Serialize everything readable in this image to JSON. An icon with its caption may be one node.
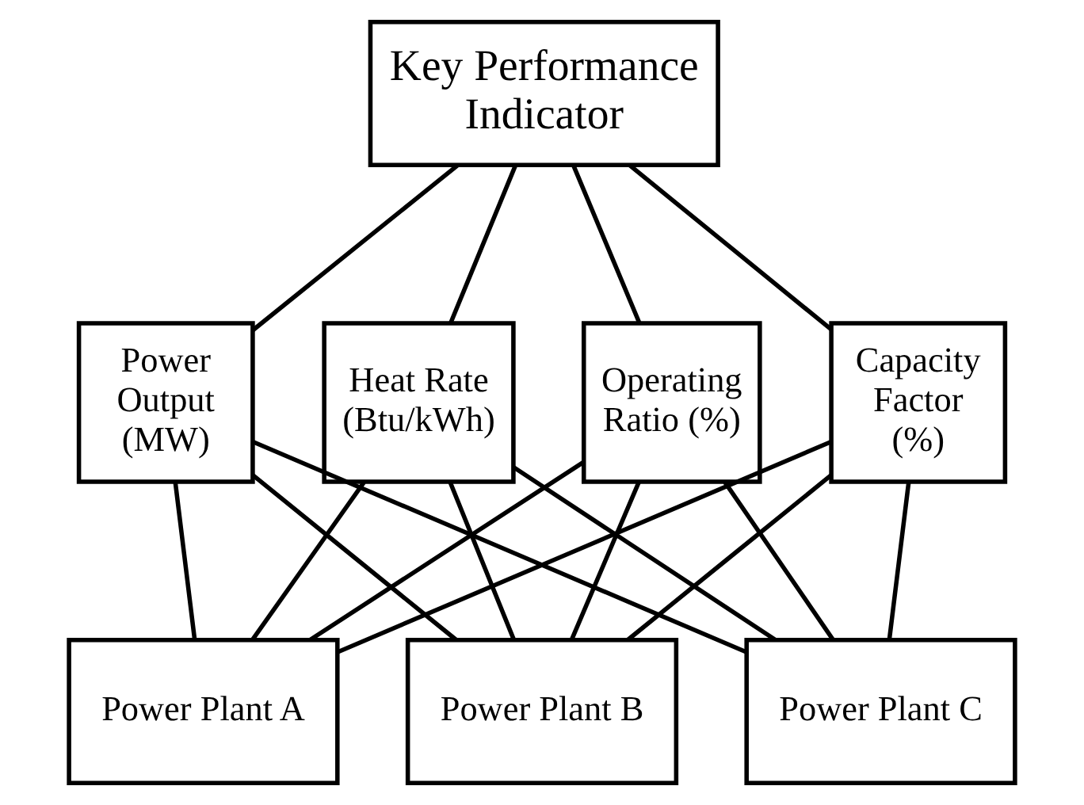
{
  "diagram": {
    "nodes": [
      {
        "text": [
          "Key Performance Indicator"
        ]
      },
      {
        "text": [
          "Power Output (MW)"
        ]
      },
      {
        "text": [
          "Heat Rate (Btu/kWh)"
        ]
      },
      {
        "text": [
          "Operating Ratio (%)"
        ]
      },
      {
        "text": [
          "Capacity Factor (%)"
        ]
      },
      {
        "text": [
          "Power Plant A"
        ]
      },
      {
        "text": [
          "Power Plant B"
        ]
      },
      {
        "text": [
          "Power Plant C"
        ]
      }
    ],
    "edges": [
      {
        "from": 0,
        "to": 1,
        "arrow": "none"
      },
      {
        "from": 0,
        "to": 2,
        "arrow": "none"
      },
      {
        "from": 0,
        "to": 3,
        "arrow": "none"
      },
      {
        "from": 0,
        "to": 4,
        "arrow": "none"
      },
      {
        "from": 1,
        "to": 5,
        "arrow": "none"
      },
      {
        "from": 1,
        "to": 6,
        "arrow": "none"
      },
      {
        "from": 1,
        "to": 7,
        "arrow": "none"
      },
      {
        "from": 2,
        "to": 5,
        "arrow": "none"
      },
      {
        "from": 2,
        "to": 6,
        "arrow": "none"
      },
      {
        "from": 2,
        "to": 7,
        "arrow": "none"
      },
      {
        "from": 3,
        "to": 5,
        "arrow": "none"
      },
      {
        "from": 3,
        "to": 6,
        "arrow": "none"
      },
      {
        "from": 3,
        "to": 7,
        "arrow": "none"
      },
      {
        "from": 4,
        "to": 5,
        "arrow": "none"
      },
      {
        "from": 4,
        "to": 6,
        "arrow": "none"
      },
      {
        "from": 4,
        "to": 7,
        "arrow": "none"
      }
    ]
  }
}
